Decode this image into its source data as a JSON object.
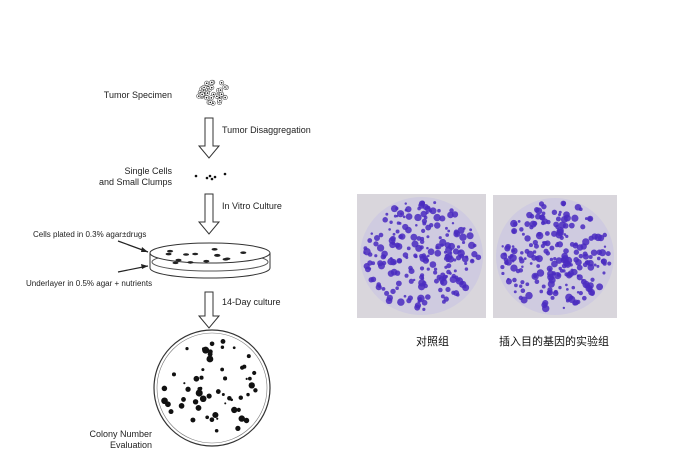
{
  "diagram": {
    "steps": {
      "specimen": "Tumor Specimen",
      "disaggregation": "Tumor Disaggregation",
      "single_cells_line1": "Single Cells",
      "single_cells_line2": "and Small Clumps",
      "in_vitro": "In Vitro Culture",
      "plated": "Cells plated in 0.3% agar±drugs",
      "underlayer": "Underlayer in 0.5% agar + nutrients",
      "culture": "14-Day culture",
      "evaluation_line1": "Colony Number",
      "evaluation_line2": "Evaluation"
    }
  },
  "photos": {
    "control_label": "对照组",
    "experiment_label": "插入目的基因的实验组",
    "colony_color": "#4a2bc0",
    "plate_color": "#cfcbe0"
  }
}
